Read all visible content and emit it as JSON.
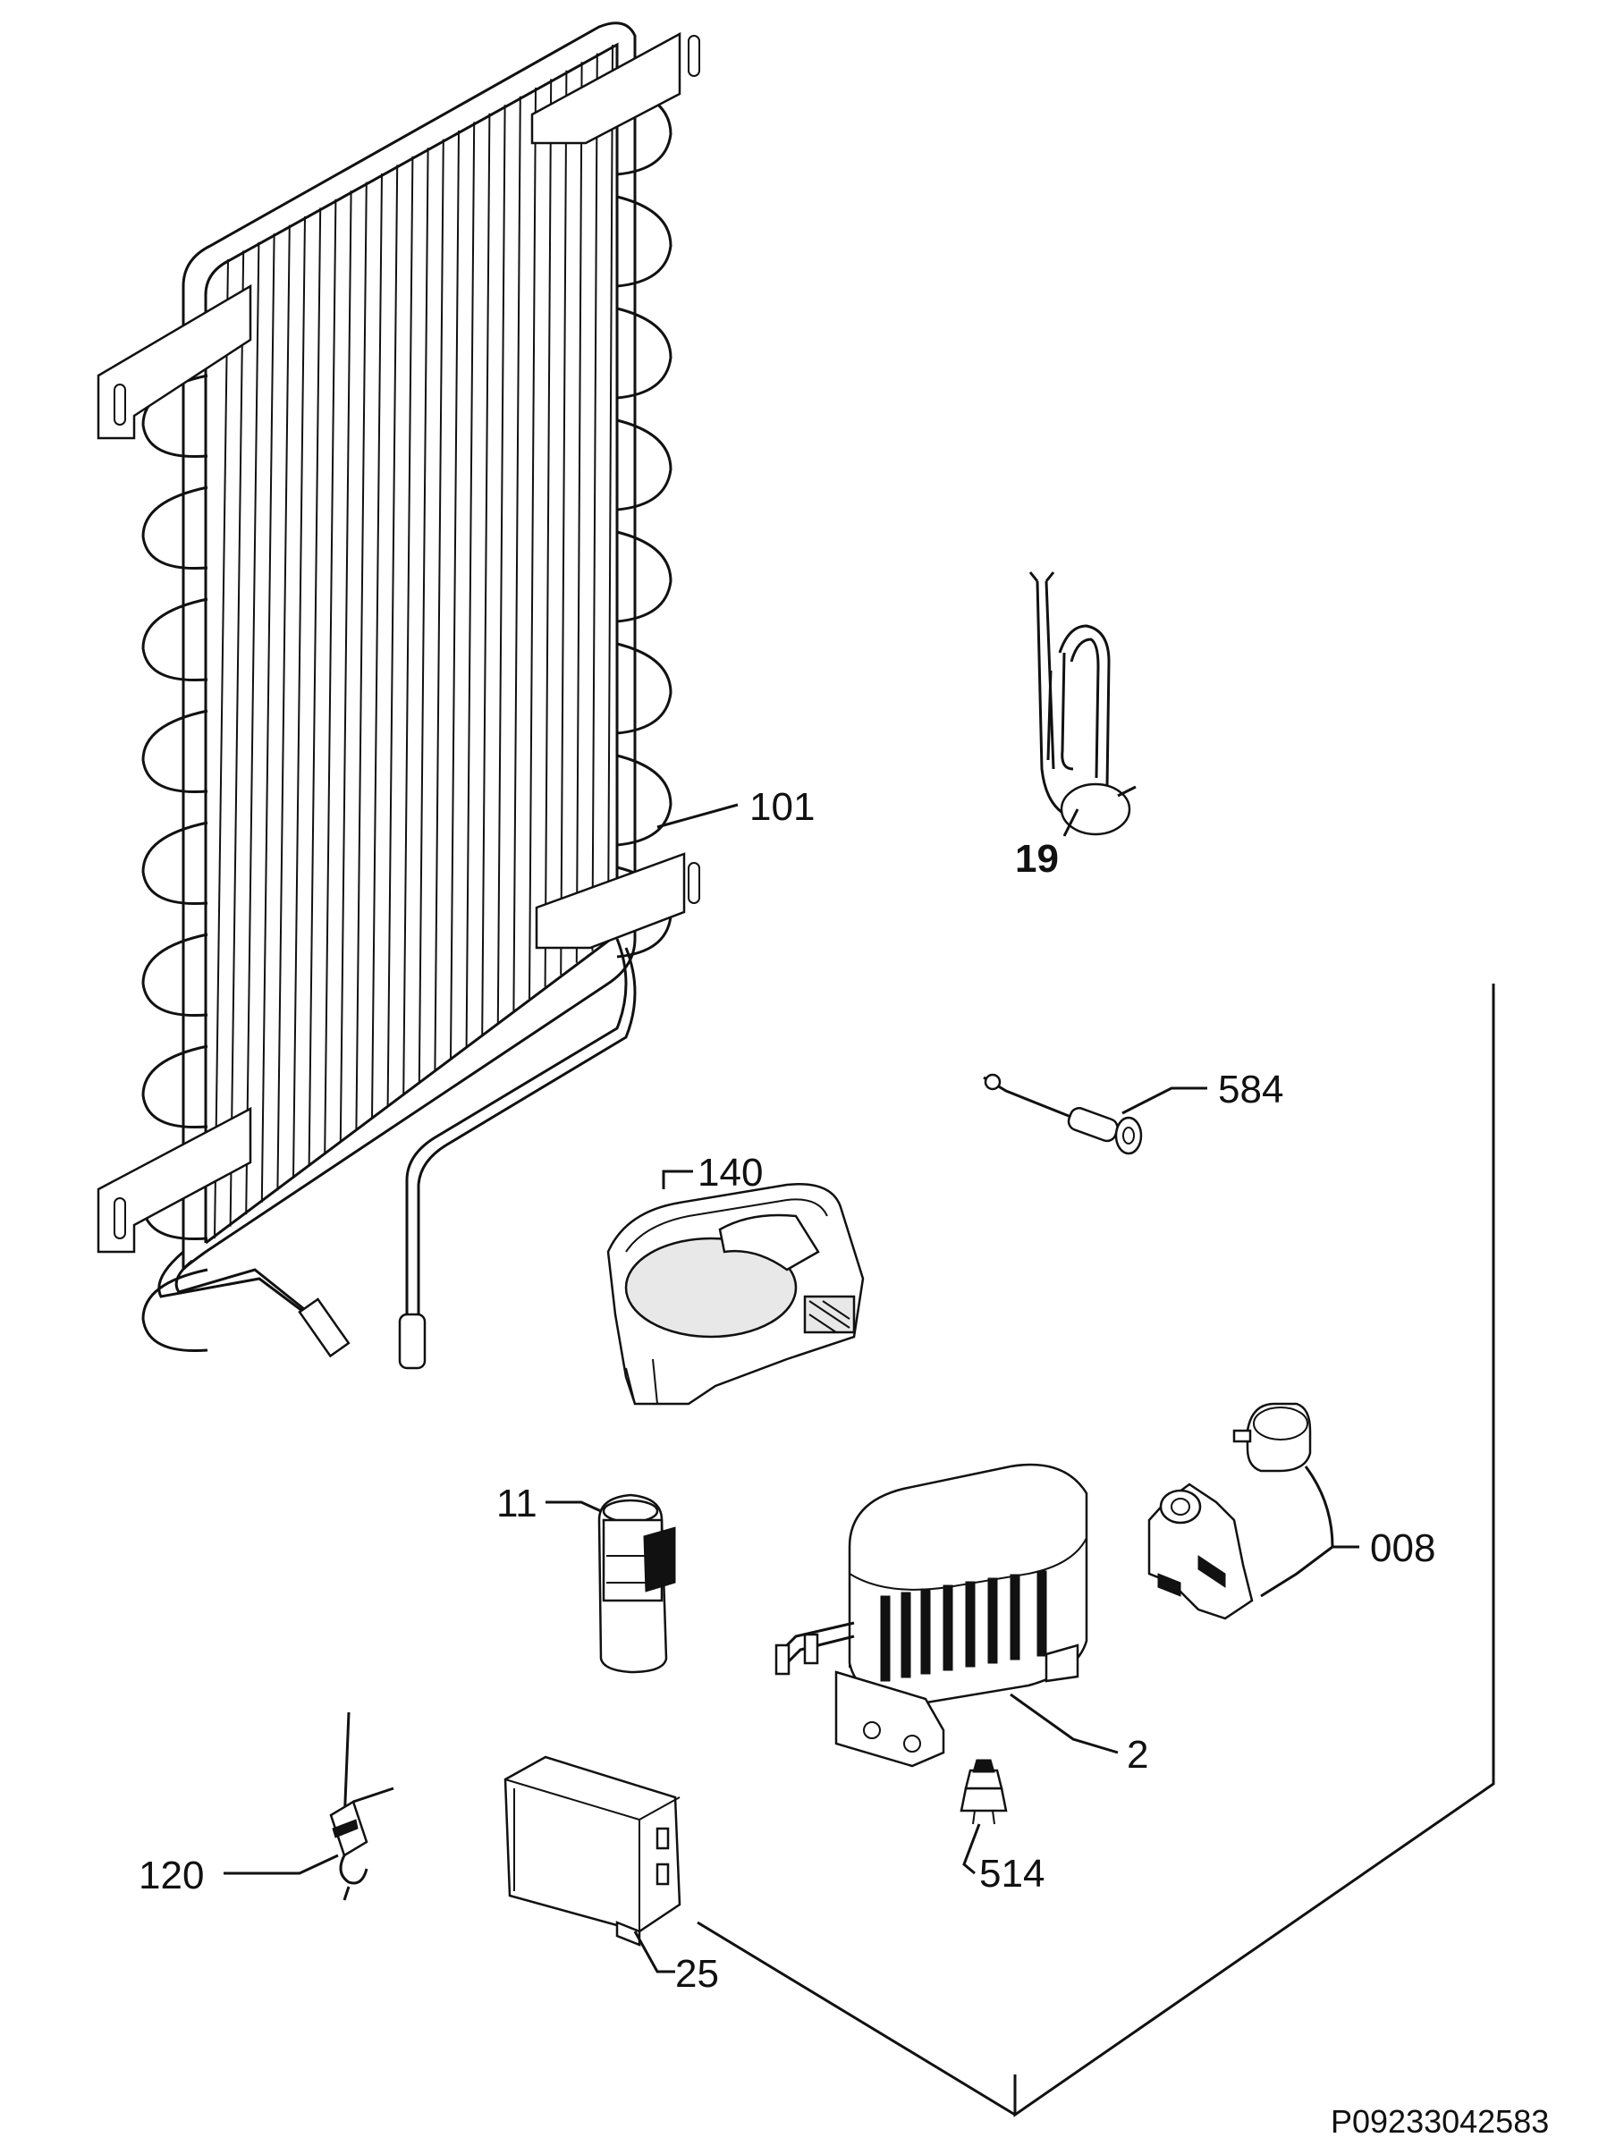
{
  "labels": {
    "condenser": "101",
    "power_cord": "19",
    "drain_tray": "140",
    "thermal_protector": "584",
    "capacitor": "11",
    "relay": "008",
    "compressor": "2",
    "dryer_filter": "120",
    "electrical_box": "25",
    "grommet": "514"
  },
  "drawing_code": "P09233042583"
}
